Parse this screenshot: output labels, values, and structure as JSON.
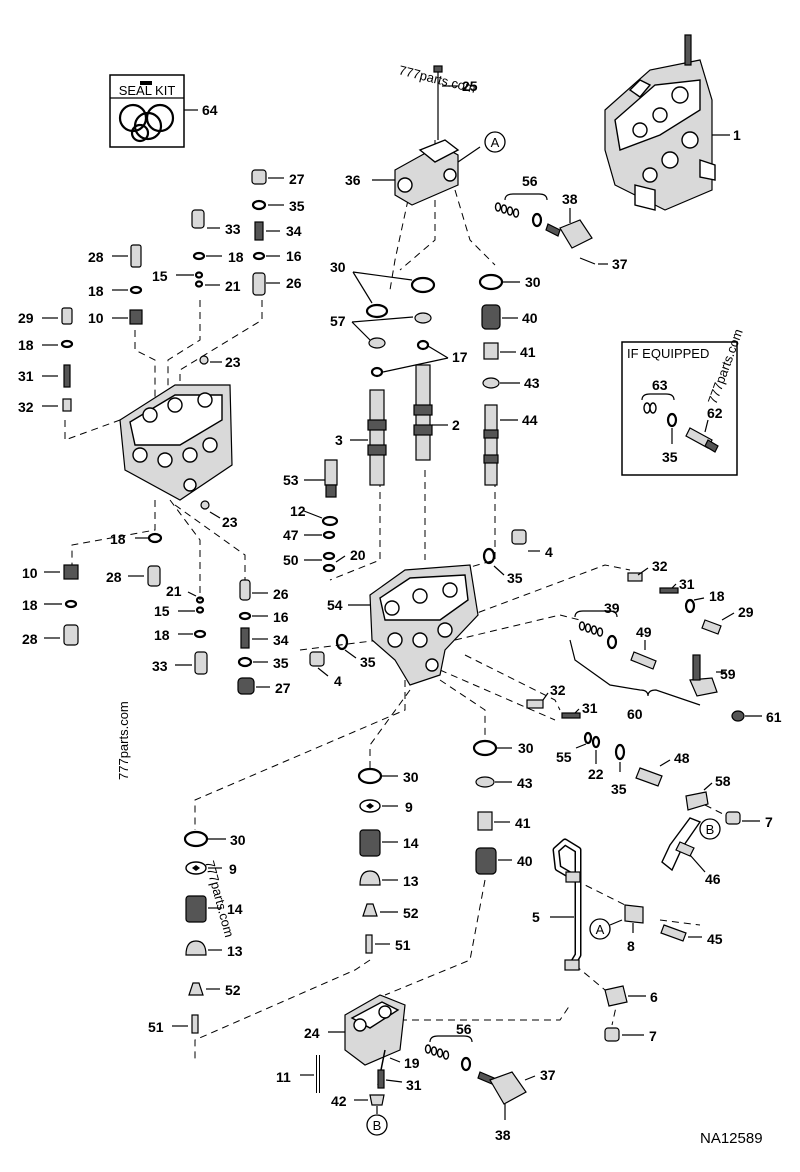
{
  "seal_kit": {
    "title": "SEAL KIT",
    "number": "64"
  },
  "if_equipped": {
    "title": "IF EQUIPPED",
    "parts": [
      "63",
      "62",
      "35"
    ]
  },
  "watermark": "777parts.com",
  "reference_id": "NA12589",
  "view_markers": {
    "a": "A",
    "b": "B"
  },
  "callouts": {
    "p1": "1",
    "p2": "2",
    "p3": "3",
    "p4a": "4",
    "p4b": "4",
    "p5": "5",
    "p6": "6",
    "p7a": "7",
    "p7b": "7",
    "p8": "8",
    "p9a": "9",
    "p9b": "9",
    "p10a": "10",
    "p10b": "10",
    "p11": "11",
    "p12": "12",
    "p13a": "13",
    "p13b": "13",
    "p14a": "14",
    "p14b": "14",
    "p15a": "15",
    "p15b": "15",
    "p16a": "16",
    "p16b": "16",
    "p17": "17",
    "p18a": "18",
    "p18b": "18",
    "p18c": "18",
    "p18d": "18",
    "p18e": "18",
    "p18f": "18",
    "p18g": "18",
    "p19": "19",
    "p20": "20",
    "p21a": "21",
    "p21b": "21",
    "p22": "22",
    "p23a": "23",
    "p23b": "23",
    "p24": "24",
    "p25": "25",
    "p26a": "26",
    "p26b": "26",
    "p27a": "27",
    "p27b": "27",
    "p28a": "28",
    "p28b": "28",
    "p28c": "28",
    "p29a": "29",
    "p29b": "29",
    "p30a": "30",
    "p30b": "30",
    "p30c": "30",
    "p30d": "30",
    "p30e": "30",
    "p31a": "31",
    "p31b": "31",
    "p31c": "31",
    "p31d": "31",
    "p32a": "32",
    "p32b": "32",
    "p32c": "32",
    "p33a": "33",
    "p33b": "33",
    "p34a": "34",
    "p34b": "34",
    "p35a": "35",
    "p35b": "35",
    "p35c": "35",
    "p35d": "35",
    "p35e": "35",
    "p36": "36",
    "p37a": "37",
    "p37b": "37",
    "p38a": "38",
    "p38b": "38",
    "p39": "39",
    "p40a": "40",
    "p40b": "40",
    "p41a": "41",
    "p41b": "41",
    "p42": "42",
    "p43a": "43",
    "p43b": "43",
    "p44": "44",
    "p45": "45",
    "p46": "46",
    "p47": "47",
    "p48": "48",
    "p49": "49",
    "p50": "50",
    "p51a": "51",
    "p51b": "51",
    "p52a": "52",
    "p52b": "52",
    "p53": "53",
    "p54": "54",
    "p55": "55",
    "p56a": "56",
    "p56b": "56",
    "p57": "57",
    "p58": "58",
    "p59": "59",
    "p60": "60",
    "p61": "61"
  }
}
